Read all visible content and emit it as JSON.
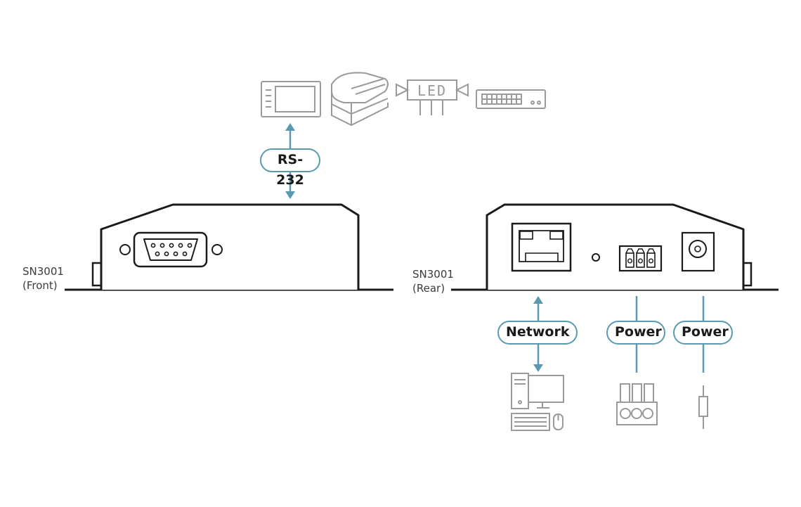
{
  "front": {
    "model": "SN3001",
    "side": "(Front)",
    "rs232_label": "RS-232"
  },
  "rear": {
    "model": "SN3001",
    "side": "(Rear)",
    "network_label": "Network",
    "power_terminal_label": "Power",
    "power_jack_label": "Power"
  },
  "rs232_devices": {
    "led_sign_text": "LED"
  },
  "colors": {
    "device_outline": "#1a1a1a",
    "connector_line": "#5a9ab0",
    "peripheral_icon": "#9a9a9a"
  },
  "icons": [
    "touch-panel-icon",
    "printer-icon",
    "led-sign-icon",
    "switch-icon",
    "computer-icon",
    "terminal-block-icon",
    "dc-plug-icon"
  ]
}
